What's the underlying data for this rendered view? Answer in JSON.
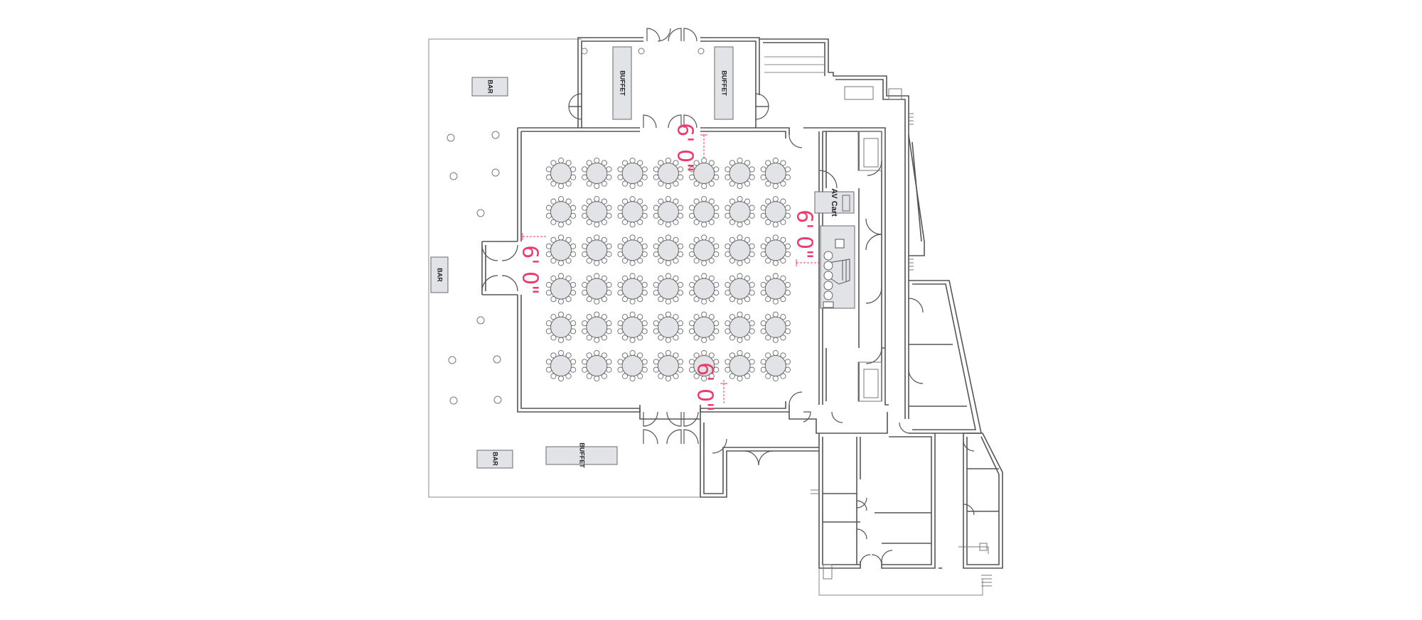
{
  "labels": {
    "bar": "BAR",
    "buffet": "BUFFET",
    "av_cart": "AV Cart"
  },
  "dimensions": {
    "top": "6' 0\"",
    "left": "6' 0\"",
    "right": "6' 0\"",
    "bottom": "6' 0\""
  },
  "layout": {
    "rounds": {
      "rows": 6,
      "cols": 7
    }
  },
  "colors": {
    "wall": "#555555",
    "furniture_fill": "#e1e3e6",
    "furniture_stroke": "#6a6a6a",
    "dimension": "#f0386b"
  }
}
